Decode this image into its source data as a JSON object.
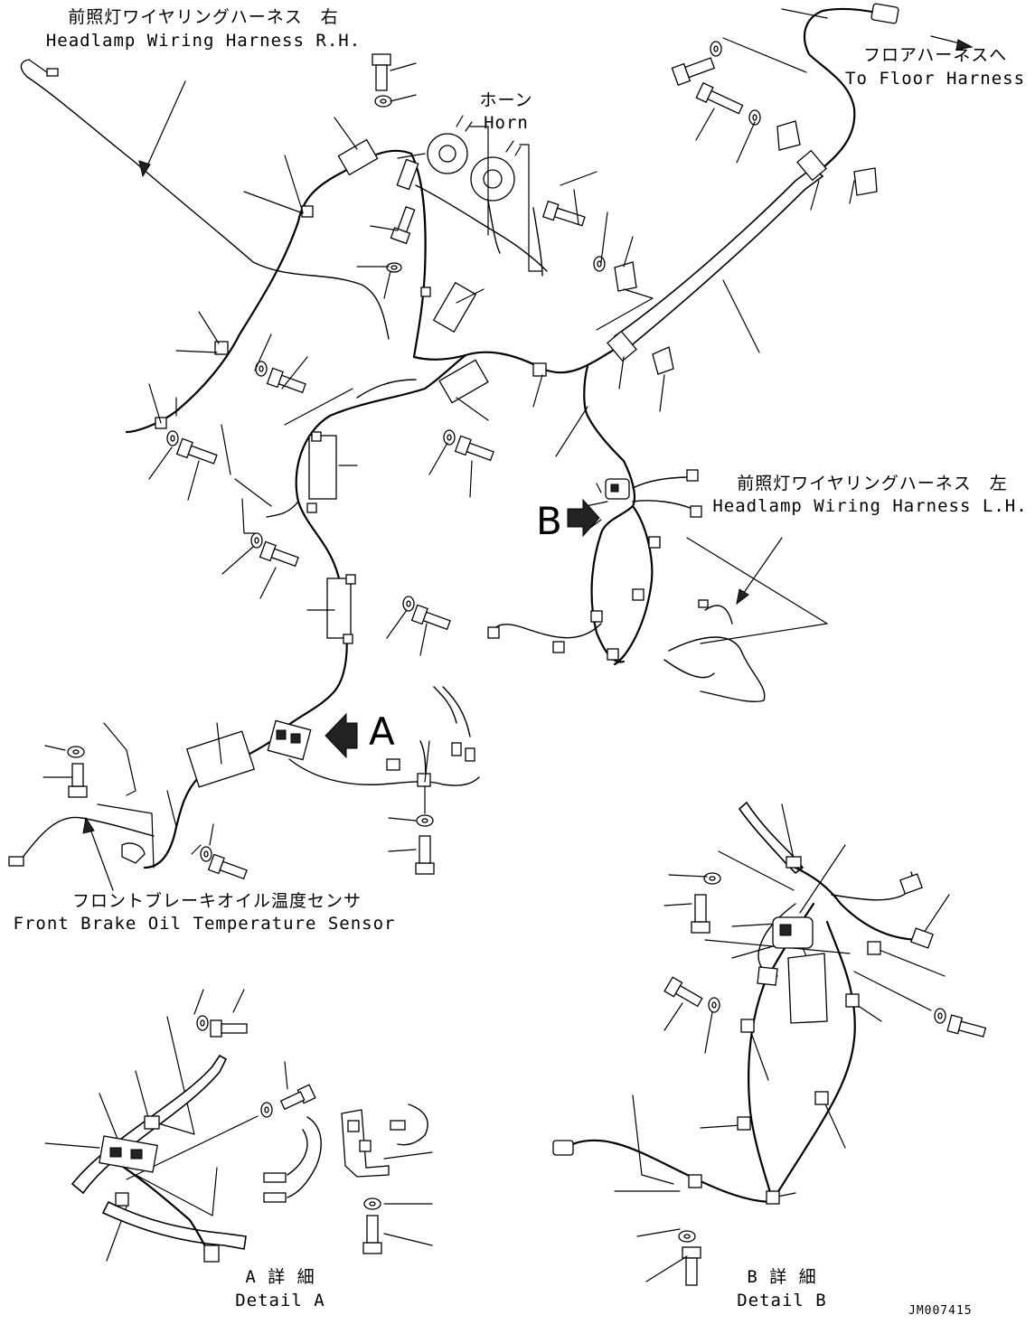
{
  "labels": {
    "headlamp_rh_ja": "前照灯ワイヤリングハーネス　右",
    "headlamp_rh_en": "Headlamp Wiring Harness R.H.",
    "horn_ja": "ホーン",
    "horn_en": "Horn",
    "floor_ja": "フロアハーネスへ",
    "floor_en": "To Floor Harness",
    "headlamp_lh_ja": "前照灯ワイヤリングハーネス　左",
    "headlamp_lh_en": "Headlamp Wiring Harness L.H.",
    "brake_ja": "フロントブレーキオイル温度センサ",
    "brake_en": "Front Brake Oil Temperature Sensor",
    "marker_a": "A",
    "marker_b": "B",
    "detail_a_ja": "A 詳 細",
    "detail_a_en": "Detail A",
    "detail_b_ja": "B 詳 細",
    "detail_b_en": "Detail B",
    "drawing_code": "JM007415"
  }
}
